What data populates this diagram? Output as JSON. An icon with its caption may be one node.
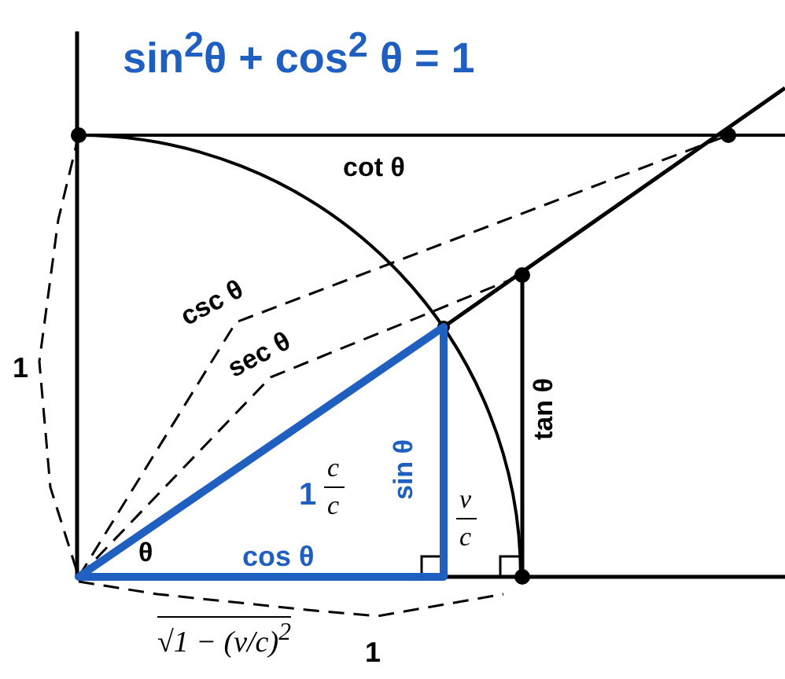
{
  "diagram": {
    "title": "sin$^{2}$θ  + cos$^{2}$ θ  =  1",
    "labels": [
      "cot θ",
      "csc θ",
      "sec θ",
      "1",
      "1",
      "c",
      "c",
      "sin θ",
      "v",
      "c",
      "tan θ",
      "θ",
      "cos θ",
      "√1 − (v/c)$^{2}$",
      "1"
    ]
  }
}
